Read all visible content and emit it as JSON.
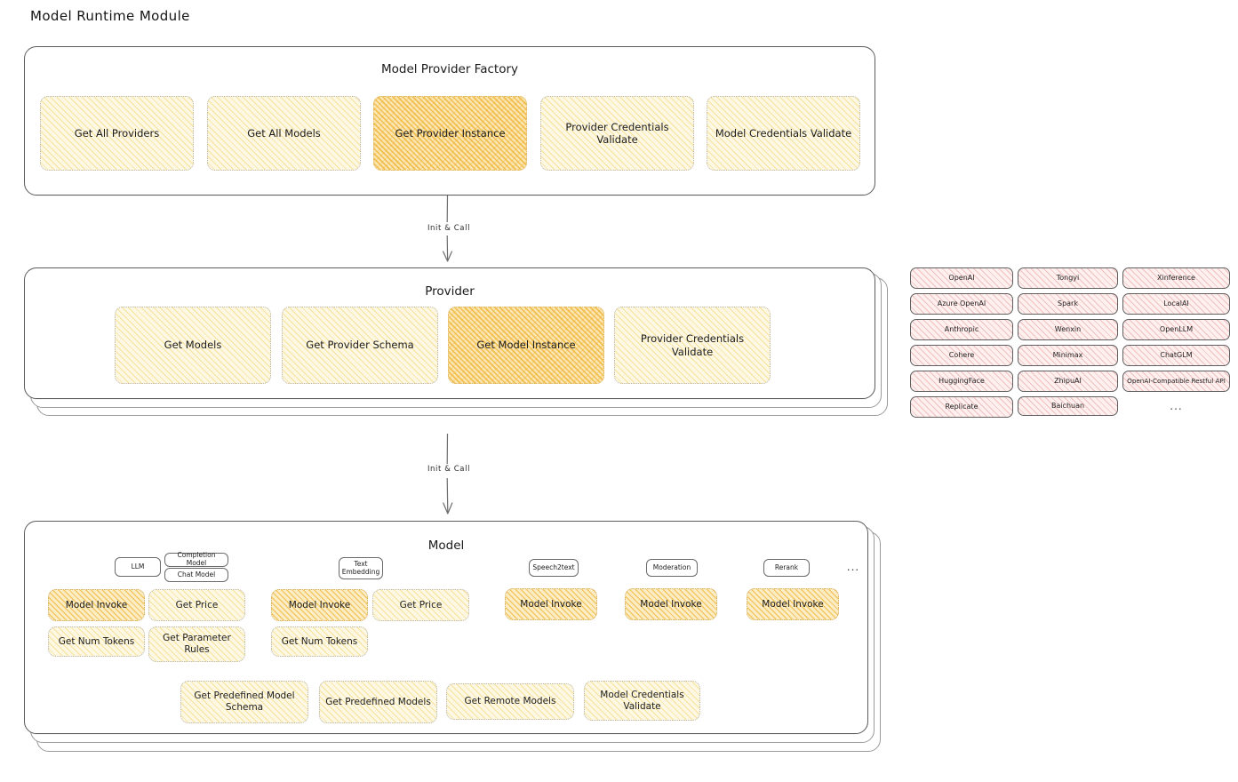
{
  "page": {
    "title": "Model Runtime Module"
  },
  "factory": {
    "title": "Model Provider Factory",
    "nodes": [
      {
        "label": "Get All Providers",
        "highlight": false
      },
      {
        "label": "Get All Models",
        "highlight": false
      },
      {
        "label": "Get Provider Instance",
        "highlight": true
      },
      {
        "label": "Provider Credentials Validate",
        "highlight": false
      },
      {
        "label": "Model Credentials Validate",
        "highlight": false
      }
    ]
  },
  "arrows": [
    {
      "label": "Init & Call"
    },
    {
      "label": "Init & Call"
    }
  ],
  "provider": {
    "title": "Provider",
    "nodes": [
      {
        "label": "Get Models",
        "highlight": false
      },
      {
        "label": "Get Provider Schema",
        "highlight": false
      },
      {
        "label": "Get Model Instance",
        "highlight": true
      },
      {
        "label": "Provider Credentials Validate",
        "highlight": false
      }
    ]
  },
  "provider_list": {
    "columns": [
      [
        "OpenAI",
        "Azure OpenAI",
        "Anthropic",
        "Cohere",
        "HuggingFace",
        "Replicate"
      ],
      [
        "Tongyi",
        "Spark",
        "Wenxin",
        "Minimax",
        "ZhipuAI",
        "Baichuan"
      ],
      [
        "Xinference",
        "LocalAI",
        "OpenLLM",
        "ChatGLM",
        "OpenAI-Compatible Restful API"
      ]
    ],
    "more": "..."
  },
  "model": {
    "title": "Model",
    "more": "...",
    "types": [
      {
        "name": "LLM",
        "sub_badges": [
          "Completion Model",
          "Chat Model"
        ],
        "nodes": [
          {
            "label": "Model Invoke",
            "highlight": true
          },
          {
            "label": "Get Price",
            "highlight": false
          },
          {
            "label": "Get Num Tokens",
            "highlight": false
          },
          {
            "label": "Get Parameter Rules",
            "highlight": false
          }
        ]
      },
      {
        "name": "Text Embedding",
        "sub_badges": [],
        "nodes": [
          {
            "label": "Model Invoke",
            "highlight": true
          },
          {
            "label": "Get Price",
            "highlight": false
          },
          {
            "label": "Get Num Tokens",
            "highlight": false
          }
        ]
      },
      {
        "name": "Speech2text",
        "sub_badges": [],
        "nodes": [
          {
            "label": "Model Invoke",
            "highlight": false
          }
        ]
      },
      {
        "name": "Moderation",
        "sub_badges": [],
        "nodes": [
          {
            "label": "Model Invoke",
            "highlight": false
          }
        ]
      },
      {
        "name": "Rerank",
        "sub_badges": [],
        "nodes": [
          {
            "label": "Model Invoke",
            "highlight": false
          }
        ]
      }
    ],
    "common_nodes": [
      {
        "label": "Get Predefined Model Schema"
      },
      {
        "label": "Get Predefined Models"
      },
      {
        "label": "Get Remote Models"
      },
      {
        "label": "Model Credentials Validate"
      }
    ]
  },
  "colors": {
    "highlight_fill": "#fbe6b4",
    "node_fill": "#fdf8e4",
    "provider_chip_fill": "#fdf0ef",
    "model_badge_fill": "#eaf4fb",
    "border": "#5c5c5c"
  }
}
